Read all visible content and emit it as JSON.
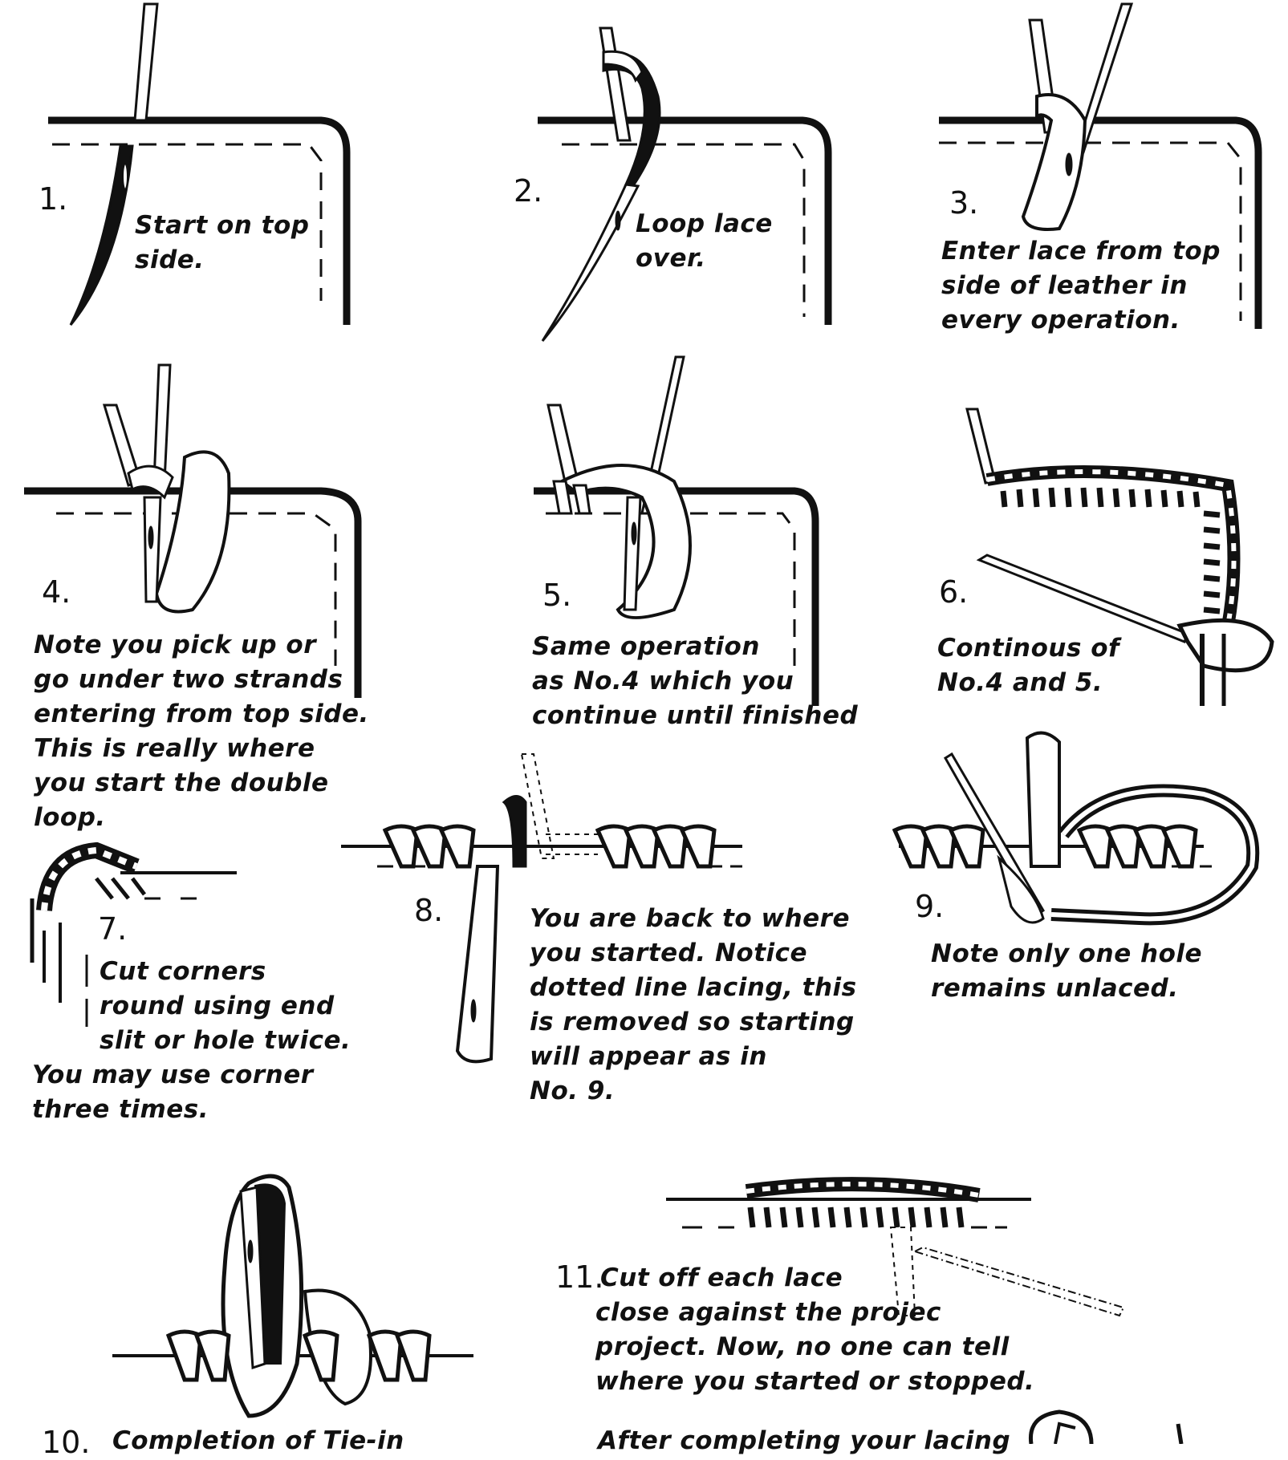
{
  "steps": [
    {
      "number": "1.",
      "caption": [
        "Start on top",
        "side."
      ]
    },
    {
      "number": "2.",
      "caption": [
        "Loop lace",
        "over."
      ]
    },
    {
      "number": "3.",
      "caption": [
        "Enter lace from top",
        "side of leather in",
        "every operation."
      ]
    },
    {
      "number": "4.",
      "caption": [
        "Note you pick up or",
        "go under two strands",
        "entering from top side.",
        "This is really where",
        "you start the double",
        "loop."
      ]
    },
    {
      "number": "5.",
      "caption": [
        "Same operation",
        "as No.4 which you",
        "continue until finished"
      ]
    },
    {
      "number": "6.",
      "caption": [
        "Continous of",
        "No.4 and 5."
      ]
    },
    {
      "number": "7.",
      "caption": [
        "Cut corners",
        "round using end",
        "slit or hole twice.",
        "You may use corner",
        "three times."
      ]
    },
    {
      "number": "8.",
      "caption": [
        "You are back to where",
        "you started. Notice",
        "dotted line lacing, this",
        "is removed so starting",
        "will appear as in",
        "No. 9."
      ]
    },
    {
      "number": "9.",
      "caption": [
        "Note only one hole",
        "remains  unlaced."
      ]
    },
    {
      "number": "10.",
      "caption": [
        "Completion of Tie-in"
      ]
    },
    {
      "number": "11.",
      "caption": [
        "Cut off each lace",
        "close against the projec",
        "project. Now, no one can tell",
        "where you started or stopped."
      ]
    }
  ],
  "footer_note": "After completing your lacing"
}
